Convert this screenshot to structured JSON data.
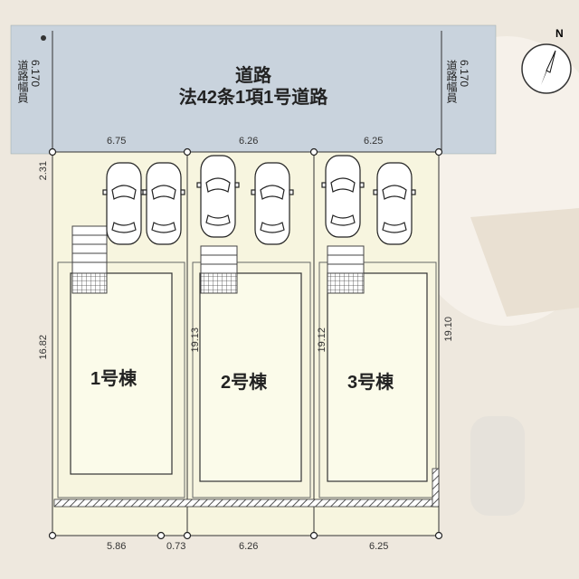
{
  "road": {
    "title": "道路",
    "subtitle": "法42条1項1号道路",
    "width_left_label": "道路幅員",
    "width_left_value": "6.170",
    "width_right_label": "道路幅員",
    "width_right_value": "6.170"
  },
  "compass": {
    "letter": "N"
  },
  "top_dims": [
    "6.75",
    "6.26",
    "6.25"
  ],
  "bottom_dims": [
    "5.86",
    "0.73",
    "6.26",
    "6.25"
  ],
  "side_dims": {
    "setback": "2.31",
    "lot1_depth": "16.82",
    "lot2_depth": "19.13",
    "lot3_depth": "19.12",
    "right_depth": "19.10"
  },
  "lots": [
    {
      "building_label": "1号棟"
    },
    {
      "building_label": "2号棟"
    },
    {
      "building_label": "3号棟"
    }
  ],
  "colors": {
    "road": "#c9d3dd",
    "lot": "#f7f5df",
    "building": "#fbfbea",
    "line": "#333333"
  }
}
